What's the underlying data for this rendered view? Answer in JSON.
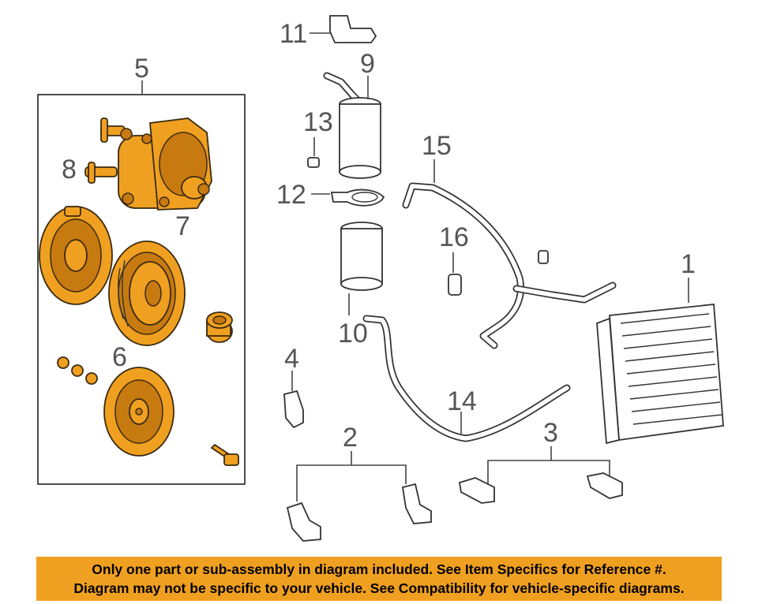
{
  "callouts": {
    "c1": "1",
    "c2": "2",
    "c3": "3",
    "c4": "4",
    "c5": "5",
    "c6": "6",
    "c7": "7",
    "c8": "8",
    "c9": "9",
    "c10": "10",
    "c11": "11",
    "c12": "12",
    "c13": "13",
    "c14": "14",
    "c15": "15",
    "c16": "16"
  },
  "disclaimer": {
    "line1": "Only one part or sub-assembly in diagram included. See Item Specifics for Reference #.",
    "line2": "Diagram may not be specific to your vehicle. See Compatibility for vehicle-specific diagrams."
  },
  "colors": {
    "highlight": "#f0a020",
    "line": "#333333",
    "callout_text": "#555555"
  }
}
